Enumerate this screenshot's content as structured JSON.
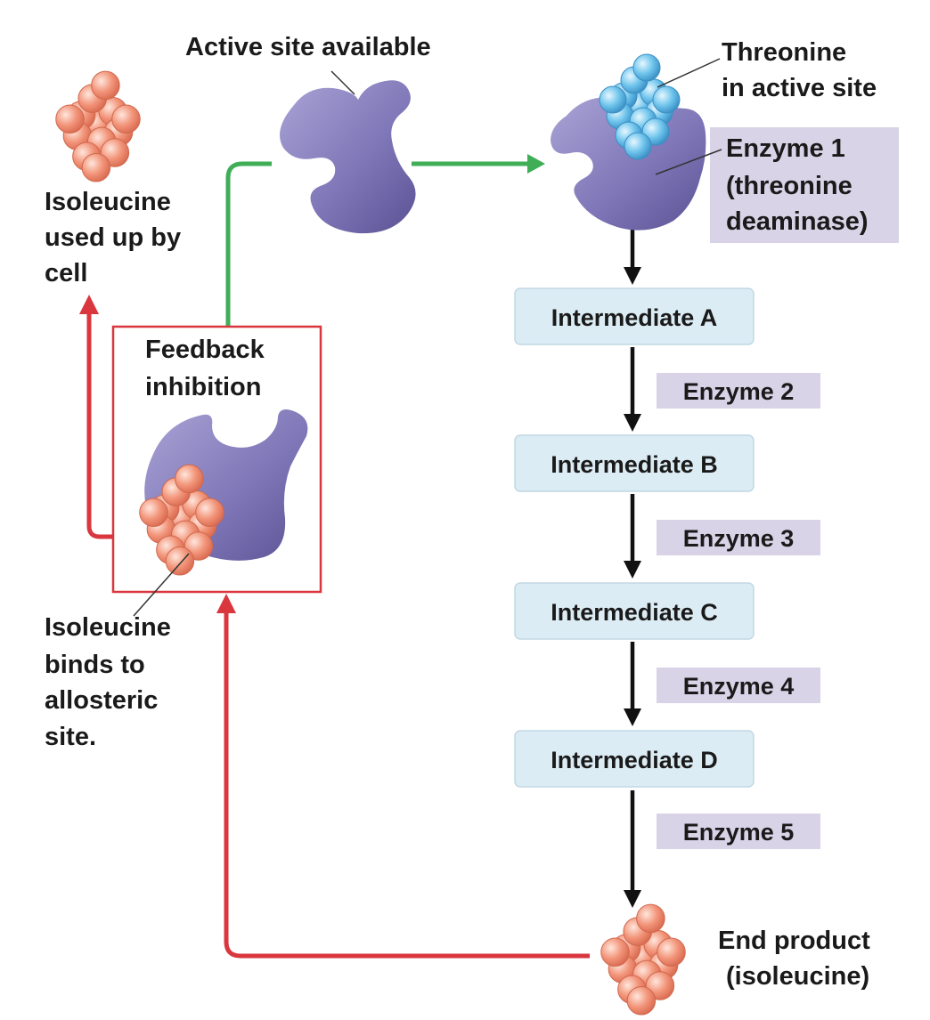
{
  "labels": {
    "active_site_available": "Active site available",
    "threonine_line1": "Threonine",
    "threonine_line2": "in active site",
    "enzyme1_line1": "Enzyme 1",
    "enzyme1_line2": "(threonine",
    "enzyme1_line3": "deaminase)",
    "isoleucine_used_line1": "Isoleucine",
    "isoleucine_used_line2": "used up by",
    "isoleucine_used_line3": "cell",
    "feedback_line1": "Feedback",
    "feedback_line2": "inhibition",
    "binds_line1": "Isoleucine",
    "binds_line2": "binds to",
    "binds_line3": "allosteric",
    "binds_line4": "site.",
    "end_product_line1": "End product",
    "end_product_line2": "(isoleucine)"
  },
  "pathway": {
    "intermediates": [
      "Intermediate A",
      "Intermediate B",
      "Intermediate C",
      "Intermediate D"
    ],
    "enzymes": [
      "Enzyme 2",
      "Enzyme 3",
      "Enzyme 4",
      "Enzyme 5"
    ]
  },
  "colors": {
    "enzyme_fill": "#8078b8",
    "enzyme_dark": "#5a5294",
    "isoleucine": "#f2957a",
    "threonine": "#6ec4ec",
    "intermediate_box": "#dcecf4",
    "enzyme_label_box": "#d8d3e6",
    "green_arrow": "#3fae56",
    "red_arrow": "#d9363e",
    "black_arrow": "#111111"
  }
}
